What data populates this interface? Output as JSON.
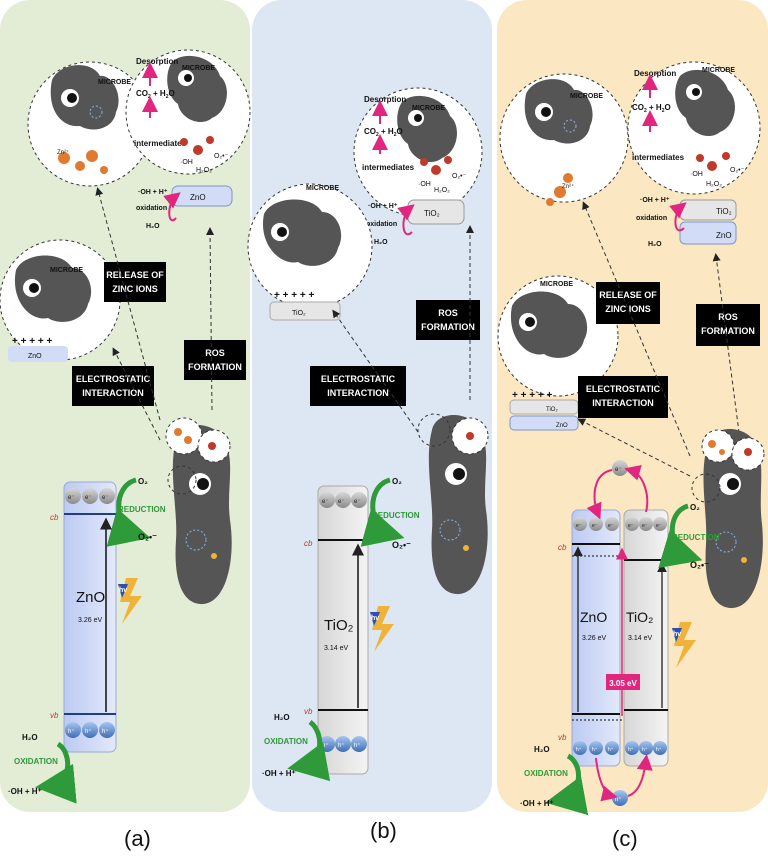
{
  "labels": {
    "microbe": "MICROBE",
    "desorption": "Desorption",
    "co2": "CO",
    "co2_sub": "2",
    "plus": " + H",
    "h2o_sub": "2",
    "o_letter": "O",
    "intermediates": "intermediates",
    "oh_plus_h": "·OH + H⁺",
    "oxidation_lower": "oxidation",
    "h2o": "H₂O",
    "oh_radical": "·OH",
    "h2o2": "H₂O₂",
    "o2_radical": "O₂•⁻",
    "o2": "O₂",
    "release_line1": "RELEASE OF",
    "release_line2": "ZINC IONS",
    "ros_line1": "ROS",
    "ros_line2": "FORMATION",
    "electro_line1": "ELECTROSTATIC",
    "electro_line2": "INTERACTION",
    "reduction": "REDUCTION",
    "oxidation": "OXIDATION",
    "cb": "cb",
    "vb": "vb",
    "hv": "hv",
    "electron": "e⁻",
    "hole": "h⁺",
    "zn2": "Zn²⁺",
    "plus_signs": "+ + + + +"
  },
  "panels": {
    "a": {
      "caption": "(a)",
      "material": "ZnO",
      "bandgap": "3.26 eV",
      "bg_color": "#e3edd6"
    },
    "b": {
      "caption": "(b)",
      "material": "TiO₂",
      "bandgap": "3.14 eV",
      "bg_color": "#dde7f3"
    },
    "c": {
      "caption": "(c)",
      "material1": "ZnO",
      "bandgap1": "3.26 eV",
      "material2": "TiO₂",
      "bandgap2": "3.14 eV",
      "junction_gap": "3.05 eV",
      "bg_color": "#fbe8c2"
    }
  },
  "colors": {
    "green_arrow": "#2e9a3a",
    "magenta_arrow": "#e0267f",
    "microbe": "#555555",
    "zno_band": "#c5cff2",
    "tio2_band": "#e6e6e6",
    "red_line": "#c0392b",
    "blue_line": "#1f3d8a",
    "label_bg": "#000000"
  }
}
